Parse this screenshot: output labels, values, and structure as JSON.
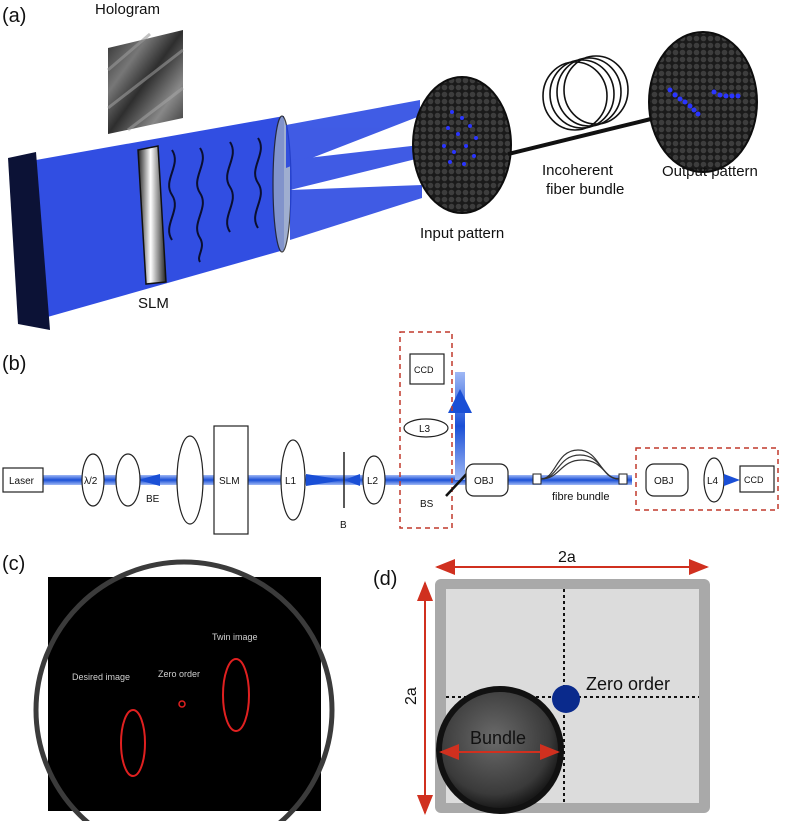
{
  "panel_a": {
    "label": "(a)",
    "hologram": "Hologram",
    "slm": "SLM",
    "input_pattern": "Input pattern",
    "bundle_line1": "Incoherent",
    "bundle_line2": "fiber bundle",
    "output_pattern": "Output pattern"
  },
  "panel_b": {
    "label": "(b)",
    "laser": "Laser",
    "half_wave": "λ/2",
    "be": "BE",
    "slm": "SLM",
    "l1": "L1",
    "b": "B",
    "l2": "L2",
    "bs": "BS",
    "l3": "L3",
    "ccd_top": "CCD",
    "obj1": "OBJ",
    "fibre_bundle": "fibre bundle",
    "obj2": "OBJ",
    "l4": "L4",
    "ccd_right": "CCD"
  },
  "panel_c": {
    "label": "(c)",
    "desired": "Desired image",
    "zero": "Zero order",
    "twin": "Twin image"
  },
  "panel_d": {
    "label": "(d)",
    "width_label": "2a",
    "height_label": "2a",
    "zero": "Zero order",
    "bundle": "Bundle"
  },
  "colors": {
    "beam_blue": "#1f3fe0",
    "dot_blue": "#2a35ff",
    "ellipse_red": "#e02020",
    "dashed_red": "#c0392b",
    "zero_order_blue": "#0a2a8c"
  }
}
